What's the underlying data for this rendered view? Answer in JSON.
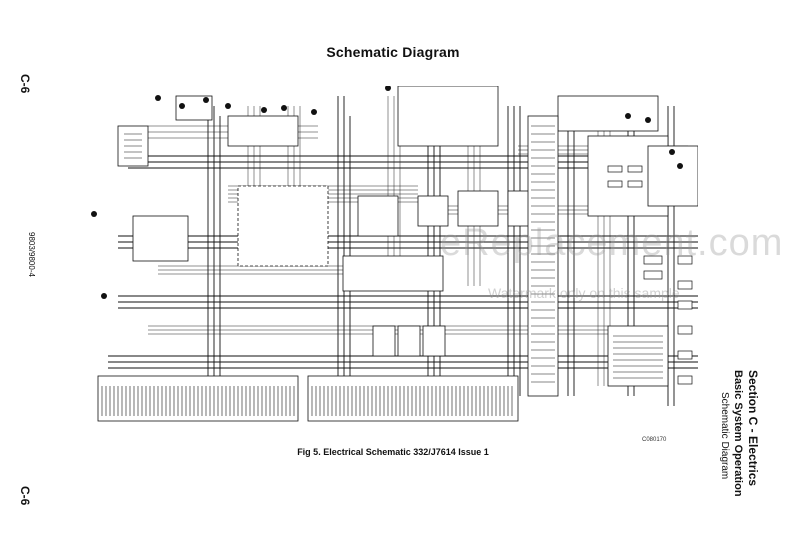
{
  "header": {
    "title": "Schematic Diagram"
  },
  "margin": {
    "page_number_top": "C-6",
    "page_number_bottom": "C-6",
    "doc_code": "9803/9800-4"
  },
  "section": {
    "line1": "Section C - Electrics",
    "line2": "Basic System Operation",
    "line3": "Schematic Diagram"
  },
  "figure": {
    "caption": "Fig 5. Electrical Schematic 332/J7614 Issue 1",
    "ref": "C080170"
  },
  "watermark": {
    "main": "eReplacement.com",
    "sub": "Watermark only on this sample"
  }
}
